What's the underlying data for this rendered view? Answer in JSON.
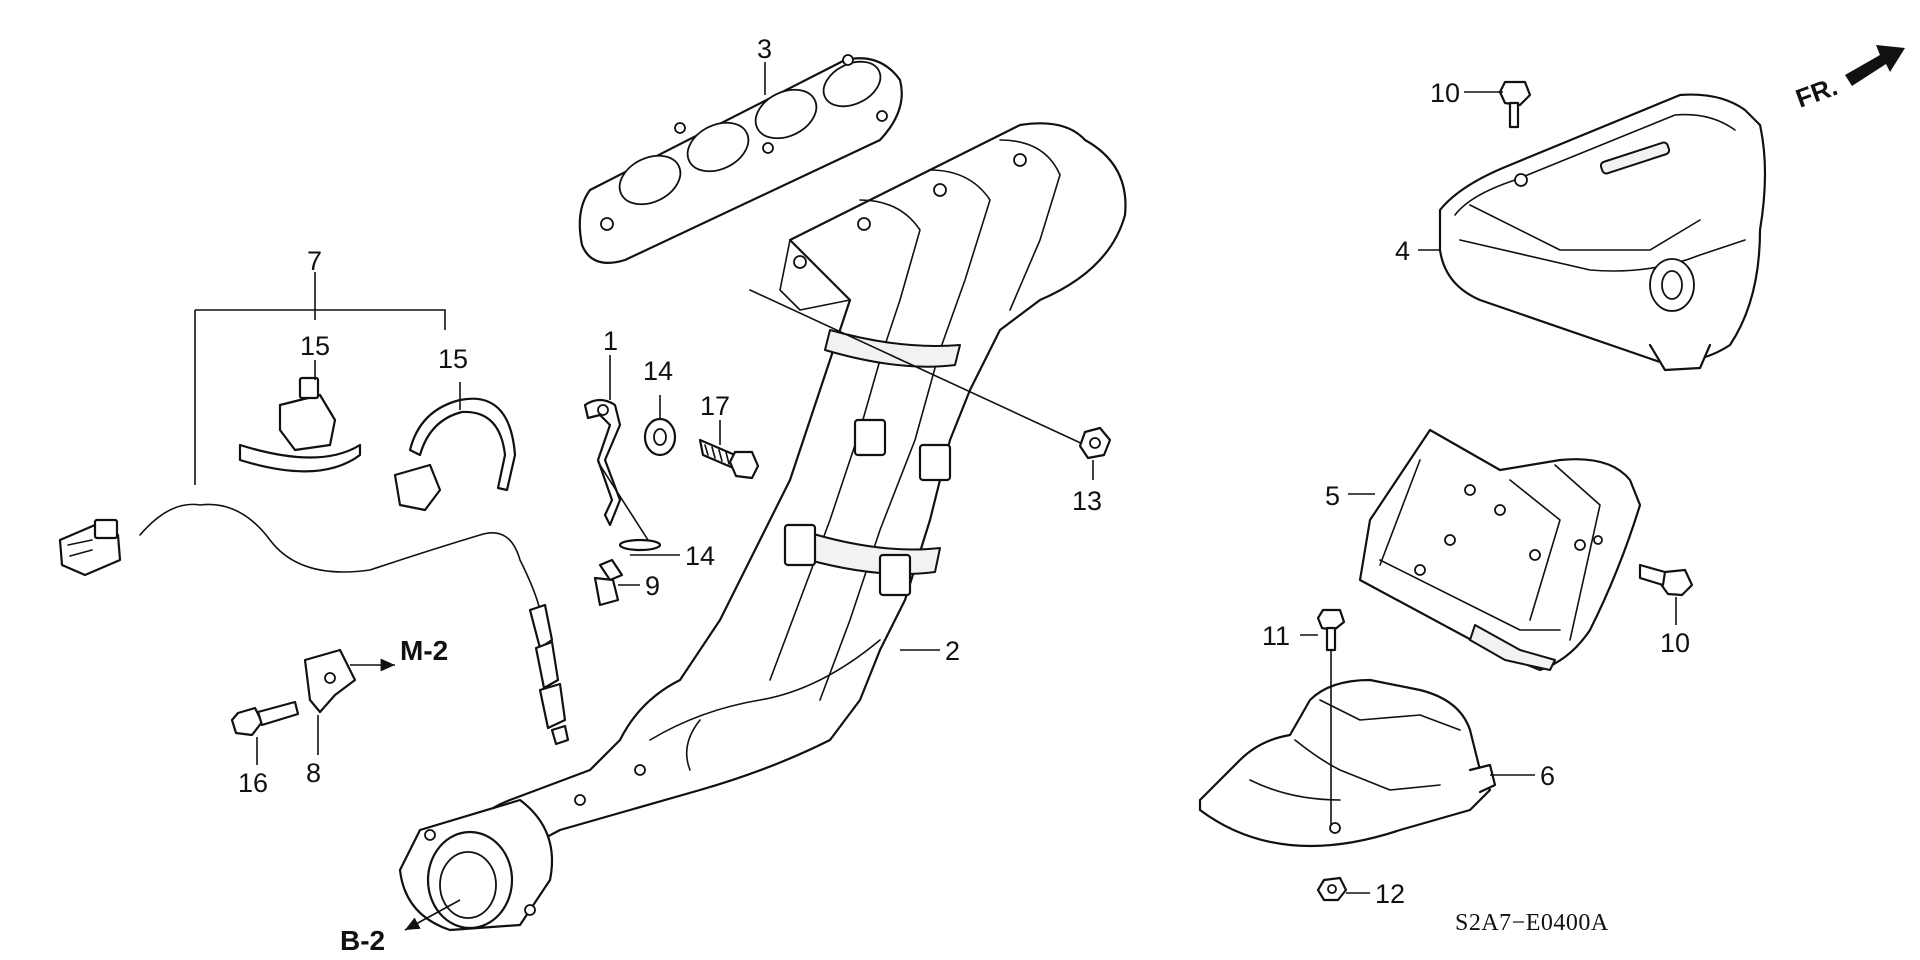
{
  "callouts": {
    "c1": "1",
    "c2": "2",
    "c3": "3",
    "c4": "4",
    "c5": "5",
    "c6": "6",
    "c7": "7",
    "c8": "8",
    "c9": "9",
    "c10a": "10",
    "c10b": "10",
    "c11": "11",
    "c12": "12",
    "c13": "13",
    "c14a": "14",
    "c14b": "14",
    "c15a": "15",
    "c15b": "15",
    "c16": "16",
    "c17": "17"
  },
  "refs": {
    "m2": "M-2",
    "b2": "B-2"
  },
  "direction": {
    "front": "FR."
  },
  "diagram_code": "S2A7−E0400A"
}
